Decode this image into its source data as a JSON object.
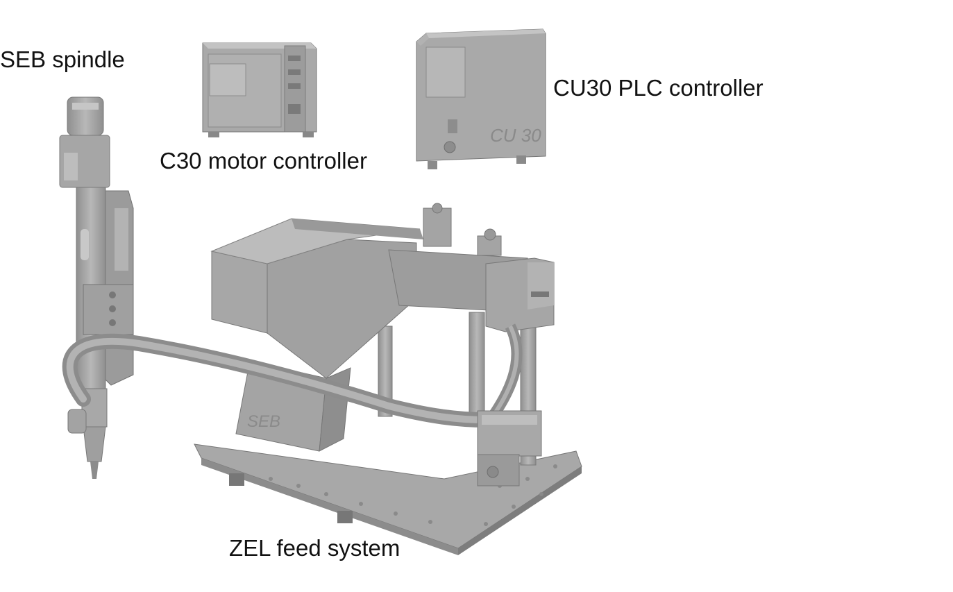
{
  "labels": {
    "spindle": "SEB spindle",
    "motor_controller": "C30 motor controller",
    "plc_controller": "CU30 PLC controller",
    "feed_system": "ZEL feed system"
  },
  "housing_marks": {
    "plc_front": "CU 30",
    "feed_base": "SEB"
  },
  "colors": {
    "background": "#ffffff",
    "metal_light": "#b9b9b9",
    "metal_mid": "#a3a3a3",
    "metal_dark": "#8a8a8a",
    "metal_shadow": "#6e6e6e",
    "text": "#111111"
  }
}
